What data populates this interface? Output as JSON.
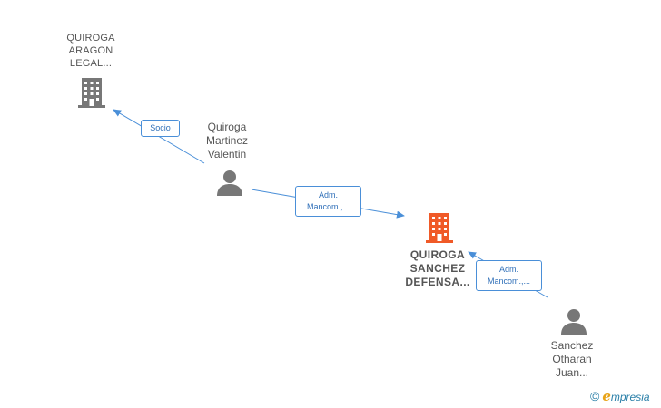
{
  "colors": {
    "edge": "#4a8fd8",
    "person_icon": "#777777",
    "company_icon": "#777777",
    "focus_company_icon": "#f05a28",
    "label_text": "#555555"
  },
  "nodes": {
    "quiroga_aragon": {
      "lines": [
        "QUIROGA",
        "ARAGON",
        "LEGAL..."
      ],
      "icon": "building-icon",
      "type": "company"
    },
    "quiroga_martinez": {
      "lines": [
        "Quiroga",
        "Martinez",
        "Valentin"
      ],
      "icon": "person-icon",
      "type": "person"
    },
    "quiroga_sanchez": {
      "lines": [
        "QUIROGA",
        "SANCHEZ",
        "DEFENSA..."
      ],
      "icon": "building-icon",
      "type": "company-focus"
    },
    "sanchez_otharan": {
      "lines": [
        "Sanchez",
        "Otharan",
        "Juan..."
      ],
      "icon": "person-icon",
      "type": "person"
    }
  },
  "edges": {
    "socio": {
      "lines": [
        "Socio"
      ]
    },
    "adm_1": {
      "lines": [
        "Adm.",
        "Mancom.,..."
      ]
    },
    "adm_2": {
      "lines": [
        "Adm.",
        "Mancom.,..."
      ]
    }
  },
  "footer": {
    "copyright_symbol": "©",
    "brand_initial": "e",
    "brand_rest": "mpresia"
  }
}
